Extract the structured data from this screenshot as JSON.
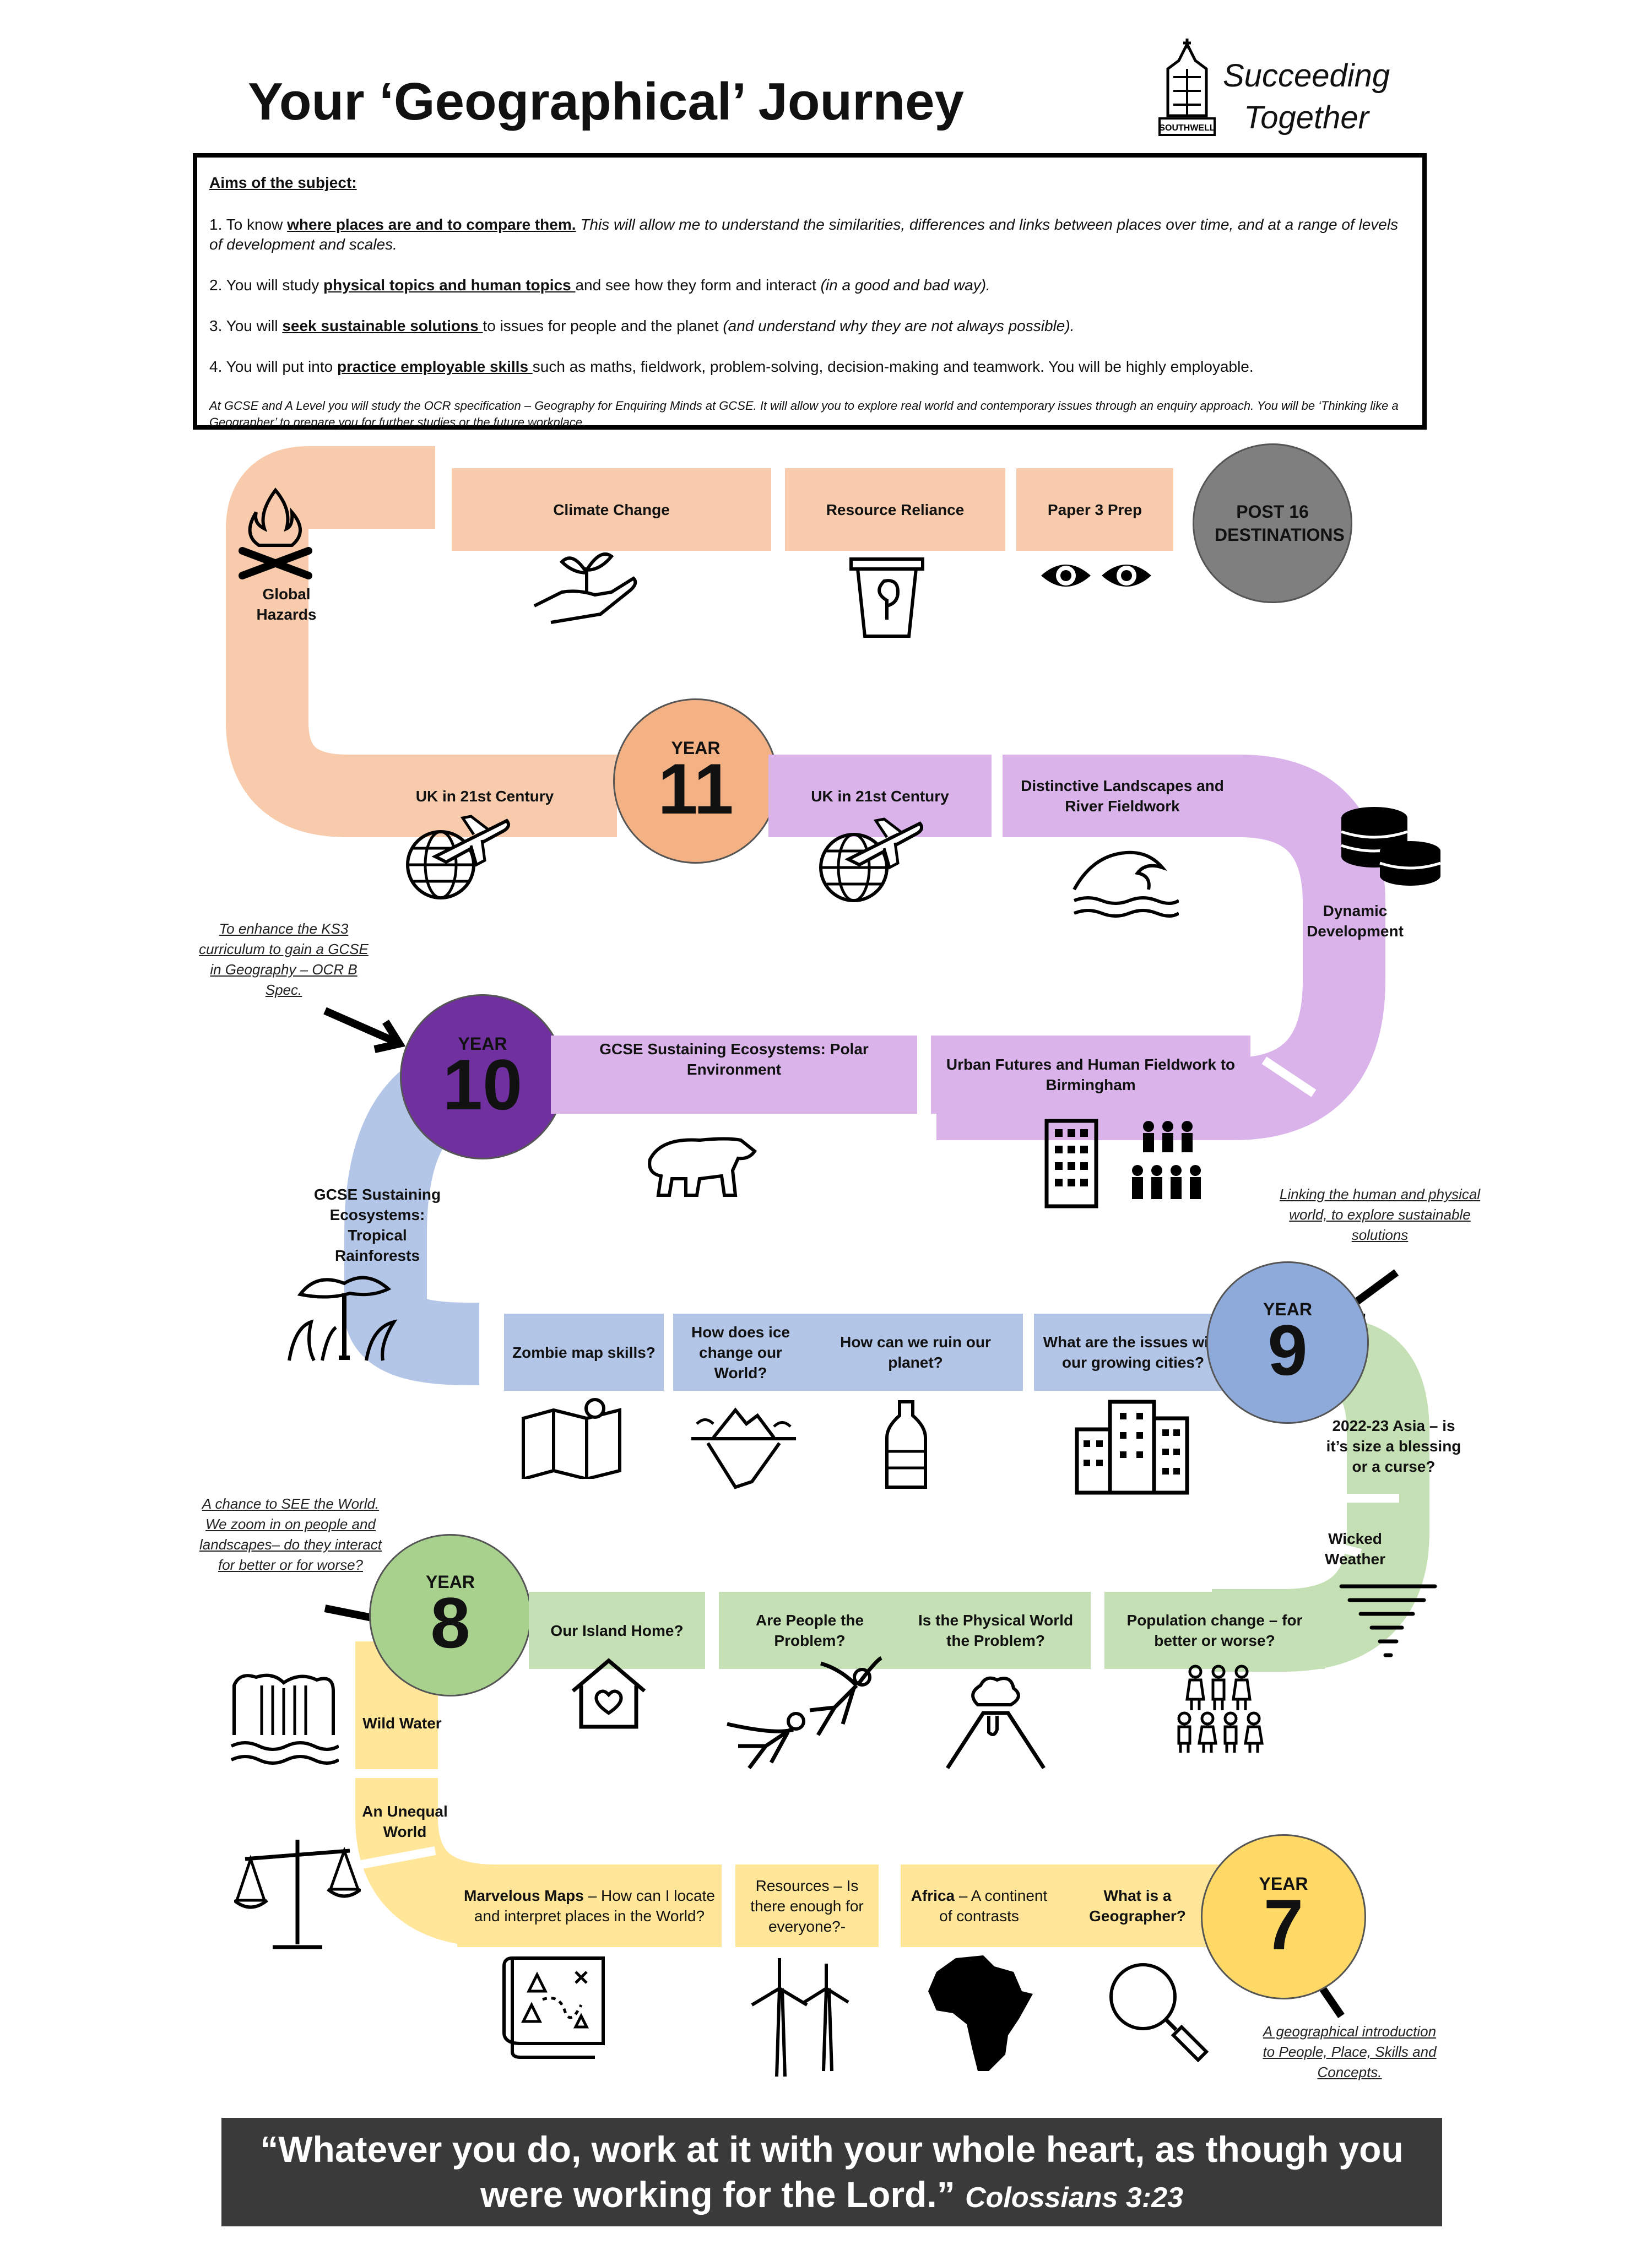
{
  "header": {
    "title": "Your ‘Geographical’ Journey",
    "motto_line1": "Succeeding",
    "motto_line2": "Together",
    "crest_text": "SOUTHWELL"
  },
  "aims": {
    "heading": "Aims of the subject:",
    "a1_pre": "1. To know ",
    "a1_bold": "where places are and to compare them.",
    "a1_rest": "This will allow me to understand the similarities, differences and links between places over time, and at a range of levels of development and scales.",
    "a2_pre": "2. You will study ",
    "a2_bold": "physical topics and human topics ",
    "a2_mid": "and see how they form and interact ",
    "a2_it": "(in a good and bad way).",
    "a3_pre": "3. You will ",
    "a3_bold": "seek sustainable solutions ",
    "a3_mid": "to issues for people and the planet ",
    "a3_it": "(and understand why they are not always possible).",
    "a4_pre": "4. You will put into ",
    "a4_bold": "practice employable skills ",
    "a4_rest": "such as maths, fieldwork, problem-solving, decision-making and teamwork.  You will be highly employable.",
    "footnote": "At GCSE and A Level you will study the OCR specification – Geography for Enquiring Minds at GCSE.  It will allow you to explore real world and contemporary issues through an enquiry approach.  You will be ‘Thinking  like a Geographer’ to prepare you for further studies or the future workplace."
  },
  "topics": {
    "climate_change": "Climate Change",
    "resource_reliance": "Resource Reliance",
    "paper3": "Paper 3 Prep",
    "post16": "POST 16 DESTINATIONS",
    "global_hazards": "Global Hazards",
    "uk21_left": "UK in 21st Century",
    "uk21_right": "UK in 21st Century",
    "distinctive": "Distinctive Landscapes and River Fieldwork",
    "dynamic": "Dynamic Development",
    "polar": "GCSE Sustaining Ecosystems: Polar Environment",
    "urban": "Urban Futures and  Human Fieldwork to Birmingham",
    "rainforests": "GCSE Sustaining Ecosystems: Tropical Rainforests",
    "zombie": "Zombie map skills?",
    "ice": "How does ice change our World?",
    "ruin": "How can we ruin our planet?",
    "cities": "What are the issues with our growing cities?",
    "asia": "2022-23 Asia – is it’s size a blessing or a curse?",
    "wicked": "Wicked Weather",
    "island": "Our Island Home?",
    "people_problem": "Are People the Problem?",
    "physical_problem": "Is the Physical World the Problem?",
    "population": "Population change – for better or worse?",
    "wild_water": "Wild Water",
    "unequal": "An Unequal World",
    "maps_bold": "Marvelous Maps",
    "maps_rest": " – How can I locate and interpret places in the World?",
    "resources": "Resources – Is there enough for everyone?-",
    "africa_bold": "Africa",
    "africa_rest": " – A continent of contrasts",
    "what_is": "What is a Geographer?"
  },
  "years": {
    "word": "YEAR",
    "y7": "7",
    "y8": "8",
    "y9": "9",
    "y10": "10",
    "y11": "11"
  },
  "notes": {
    "ks3": "To enhance the KS3 curriculum to gain a GCSE in Geography – OCR B Spec.",
    "linking": "Linking the human and physical world, to explore sustainable solutions",
    "see": "A chance to SEE the World.  We zoom in on people and landscapes– do they interact for better or for worse?",
    "intro": "A geographical introduction to People, Place, Skills and Concepts."
  },
  "quote": {
    "text": "“Whatever you do, work at it with your whole heart, as though you were working for the Lord.”",
    "ref": "Colossians 3:23"
  },
  "colors": {
    "peach": "#f8cbad",
    "lilac": "#d9b3ea",
    "blue": "#b4c6e7",
    "green": "#c5e0b4",
    "yellow": "#ffe699",
    "year7": "#ffd966",
    "year8": "#a9d18e",
    "year9": "#8eaadb",
    "year10": "#7030a0",
    "year11": "#f4b183",
    "post16": "#7f7f7f"
  },
  "icons": [
    "fire-icon",
    "plant-hand-icon",
    "recycle-bin-icon",
    "eyes-icon",
    "globe-plane-icon",
    "wave-icon",
    "coins-icon",
    "polar-bear-icon",
    "building-icon",
    "crowd-icon",
    "rainforest-icon",
    "map-icon",
    "iceberg-icon",
    "bottle-icon",
    "city-icon",
    "tornado-icon",
    "house-heart-icon",
    "superhero-icon",
    "volcano-icon",
    "people-icon",
    "waterfall-icon",
    "scales-icon",
    "treasure-map-icon",
    "wind-turbine-icon",
    "africa-icon",
    "magnifier-icon"
  ]
}
